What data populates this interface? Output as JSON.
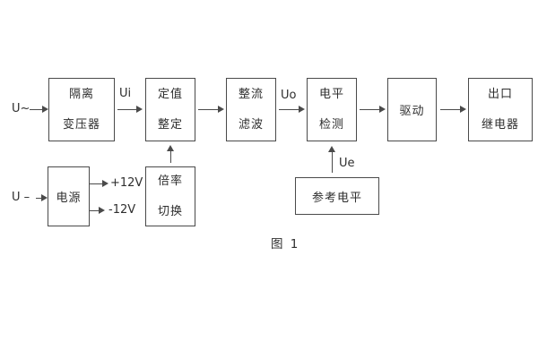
{
  "figure": {
    "caption": "图 1"
  },
  "colors": {
    "line": "#4a4a4a",
    "text": "#2e2e2e",
    "background": "#ffffff"
  },
  "blocks": [
    {
      "name": "isolation-transformer",
      "lines": [
        "隔离",
        "变压器"
      ]
    },
    {
      "name": "setpoint-adjust",
      "lines": [
        "定值",
        "整定"
      ]
    },
    {
      "name": "rectifier-filter",
      "lines": [
        "整流",
        "滤波"
      ]
    },
    {
      "name": "level-detection",
      "lines": [
        "电平",
        "检测"
      ]
    },
    {
      "name": "driver",
      "lines": [
        "驱动"
      ]
    },
    {
      "name": "output-relay",
      "lines": [
        "出口",
        "继电器"
      ]
    },
    {
      "name": "power-supply",
      "lines": [
        "电源"
      ]
    },
    {
      "name": "ratio-switch",
      "lines": [
        "倍率",
        "切换"
      ]
    },
    {
      "name": "reference-level",
      "lines": [
        "参考电平"
      ]
    }
  ],
  "signal_labels": {
    "ac_input": "U~",
    "dc_input": "U –",
    "ui": "Ui",
    "uo": "Uo",
    "ue": "Ue",
    "plus_12v": "+12V",
    "minus_12v": "-12V"
  }
}
